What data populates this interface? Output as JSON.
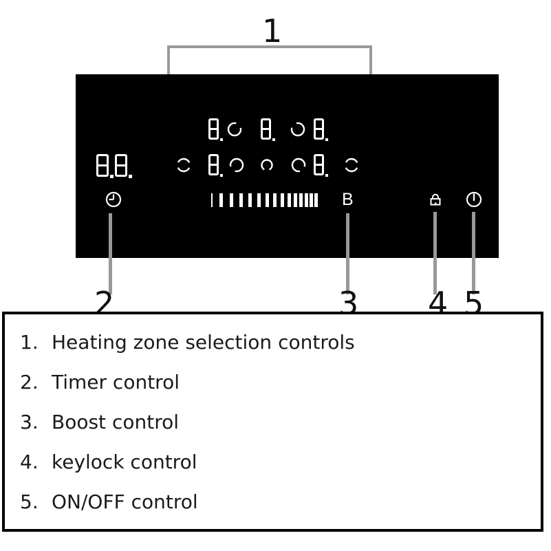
{
  "diagram": {
    "callouts": {
      "zone_selection": "1",
      "timer": "2",
      "boost": "3",
      "keylock": "4",
      "onoff": "5"
    },
    "panel": {
      "timer_display_value": "8.8.",
      "zone_display_value": "8.",
      "boost_label": "B",
      "power_slider_segments": 14,
      "icons": {
        "timer": "clock-icon",
        "keylock": "padlock-icon",
        "onoff": "power-icon"
      },
      "colors": {
        "panel_bg": "#000000",
        "display": "#ffffff",
        "callout_line": "#999999"
      }
    }
  },
  "legend": {
    "items": [
      {
        "num": "1.",
        "label": "Heating zone selection controls"
      },
      {
        "num": "2.",
        "label": "Timer control"
      },
      {
        "num": "3.",
        "label": "Boost control"
      },
      {
        "num": "4.",
        "label": "keylock control"
      },
      {
        "num": "5.",
        "label": "ON/OFF control"
      }
    ]
  }
}
